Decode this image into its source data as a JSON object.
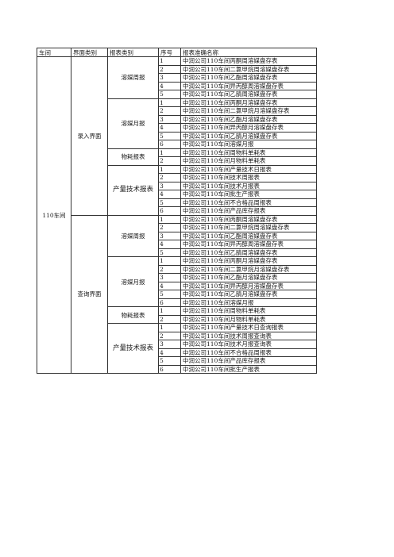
{
  "headers": [
    "车间",
    "界面类别",
    "报表类别",
    "序号",
    "报表准确名称"
  ],
  "workshop": "110车间",
  "sections": [
    {
      "interface": "录入界面",
      "groups": [
        {
          "category": "溶媒周报",
          "rows": [
            {
              "no": "1",
              "name": "中润公司110车间丙酮周溶媒盘存表"
            },
            {
              "no": "2",
              "name": "中润公司110车间二氯甲烷周溶媒盘存表"
            },
            {
              "no": "3",
              "name": "中润公司110车间乙酯周溶媒盘存表"
            },
            {
              "no": "4",
              "name": "中润公司110车间异丙醇周溶媒盘存表"
            },
            {
              "no": "5",
              "name": "中润公司110车间乙腈周溶媒盘存表"
            }
          ]
        },
        {
          "category": "溶媒月报",
          "rows": [
            {
              "no": "1",
              "name": "中润公司110车间丙酮月溶媒盘存表"
            },
            {
              "no": "2",
              "name": "中润公司110车间二氯甲烷月溶媒盘存表"
            },
            {
              "no": "3",
              "name": "中润公司110车间乙酯月溶媒盘存表"
            },
            {
              "no": "4",
              "name": "中润公司110车间异丙醇月溶媒盘存表"
            },
            {
              "no": "5",
              "name": "中润公司110车间乙腈月溶媒盘存表"
            },
            {
              "no": "6",
              "name": "中润公司110车间溶媒月报"
            }
          ]
        },
        {
          "category": "物耗报表",
          "rows": [
            {
              "no": "1",
              "name": "中润公司110车间周物料单耗表"
            },
            {
              "no": "2",
              "name": "中润公司110车间月物料单耗表"
            }
          ]
        },
        {
          "category": "产量技术报表",
          "rows": [
            {
              "no": "1",
              "name": "中润公司110车间产量技术日报表"
            },
            {
              "no": "2",
              "name": "中润公司110车间技术周报表"
            },
            {
              "no": "3",
              "name": "中润公司110车间技术月报表"
            },
            {
              "no": "4",
              "name": "中润公司110车间批生产报表"
            },
            {
              "no": "5",
              "name": "中润公司110车间不合格品周报表"
            },
            {
              "no": "6",
              "name": "中润公司110车间产品库存报表"
            }
          ]
        }
      ]
    },
    {
      "interface": "查询界面",
      "groups": [
        {
          "category": "溶媒周报",
          "rows": [
            {
              "no": "1",
              "name": "中润公司110车间丙酮周溶媒盘存表"
            },
            {
              "no": "2",
              "name": "中润公司110车间二氯甲烷周溶媒盘存表"
            },
            {
              "no": "3",
              "name": "中润公司110车间乙酯周溶媒盘存表"
            },
            {
              "no": "4",
              "name": "中润公司110车间异丙醇周溶媒盘存表"
            },
            {
              "no": "5",
              "name": "中润公司110车间乙腈周溶媒盘存表"
            }
          ]
        },
        {
          "category": "溶媒月报",
          "rows": [
            {
              "no": "1",
              "name": "中润公司110车间丙酮月溶媒盘存表"
            },
            {
              "no": "2",
              "name": "中润公司110车间二氯甲烷月溶媒盘存表"
            },
            {
              "no": "3",
              "name": "中润公司110车间乙酯月溶媒盘存表"
            },
            {
              "no": "4",
              "name": "中润公司110车间异丙醇月溶媒盘存表"
            },
            {
              "no": "5",
              "name": "中润公司110车间乙腈月溶媒盘存表"
            },
            {
              "no": "6",
              "name": "中润公司110车间溶媒月报"
            }
          ]
        },
        {
          "category": "物耗报表",
          "rows": [
            {
              "no": "1",
              "name": "中润公司110车间周物料单耗表"
            },
            {
              "no": "2",
              "name": "中润公司110车间月物料单耗表"
            }
          ]
        },
        {
          "category": "产量技术报表",
          "rows": [
            {
              "no": "1",
              "name": "中润公司110车间产量技术日查询报表"
            },
            {
              "no": "2",
              "name": "中润公司110车间技术周报查询表"
            },
            {
              "no": "3",
              "name": "中润公司110车间技术月报查询表"
            },
            {
              "no": "4",
              "name": "中润公司110车间不合格品周报表"
            },
            {
              "no": "5",
              "name": "中润公司110车间产品库存报表"
            },
            {
              "no": "6",
              "name": "中润公司110车间批生产报表"
            }
          ]
        }
      ]
    }
  ]
}
